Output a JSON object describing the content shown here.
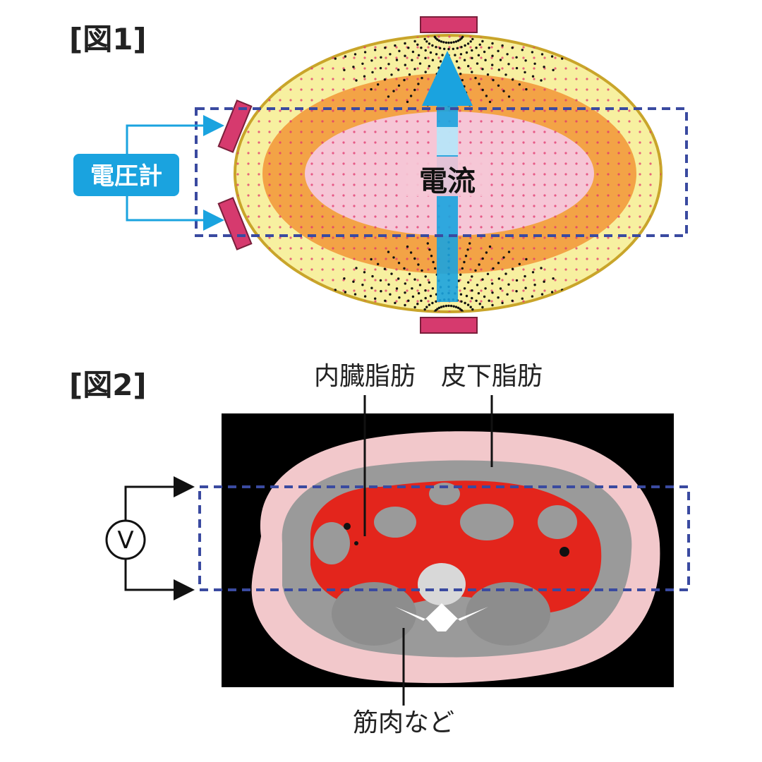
{
  "figure1": {
    "title": "[図1]",
    "current_label": "電流",
    "voltmeter_label": "電圧計"
  },
  "figure2": {
    "title": "[図2]",
    "label_visceral_fat": "内臓脂肪",
    "label_subcutaneous_fat": "皮下脂肪",
    "label_muscle": "筋肉など",
    "voltmeter_symbol": "V"
  },
  "colors": {
    "outer_yellow": "#f7f0a0",
    "ellipse_border": "#c9a52a",
    "orange_band": "#f3a346",
    "inner_pink": "#f6c6d6",
    "electrode": "#d63a6e",
    "arrow_blue": "#1aa3df",
    "dashed_box": "#3a4aa0",
    "ct_black": "#000000",
    "ct_skin": "#f2c8cb",
    "ct_muscle": "#9a9a9a",
    "ct_fat_red": "#e3251c"
  },
  "icons": [
    "arrow-up-icon",
    "arrow-right-icon",
    "voltmeter-icon"
  ]
}
